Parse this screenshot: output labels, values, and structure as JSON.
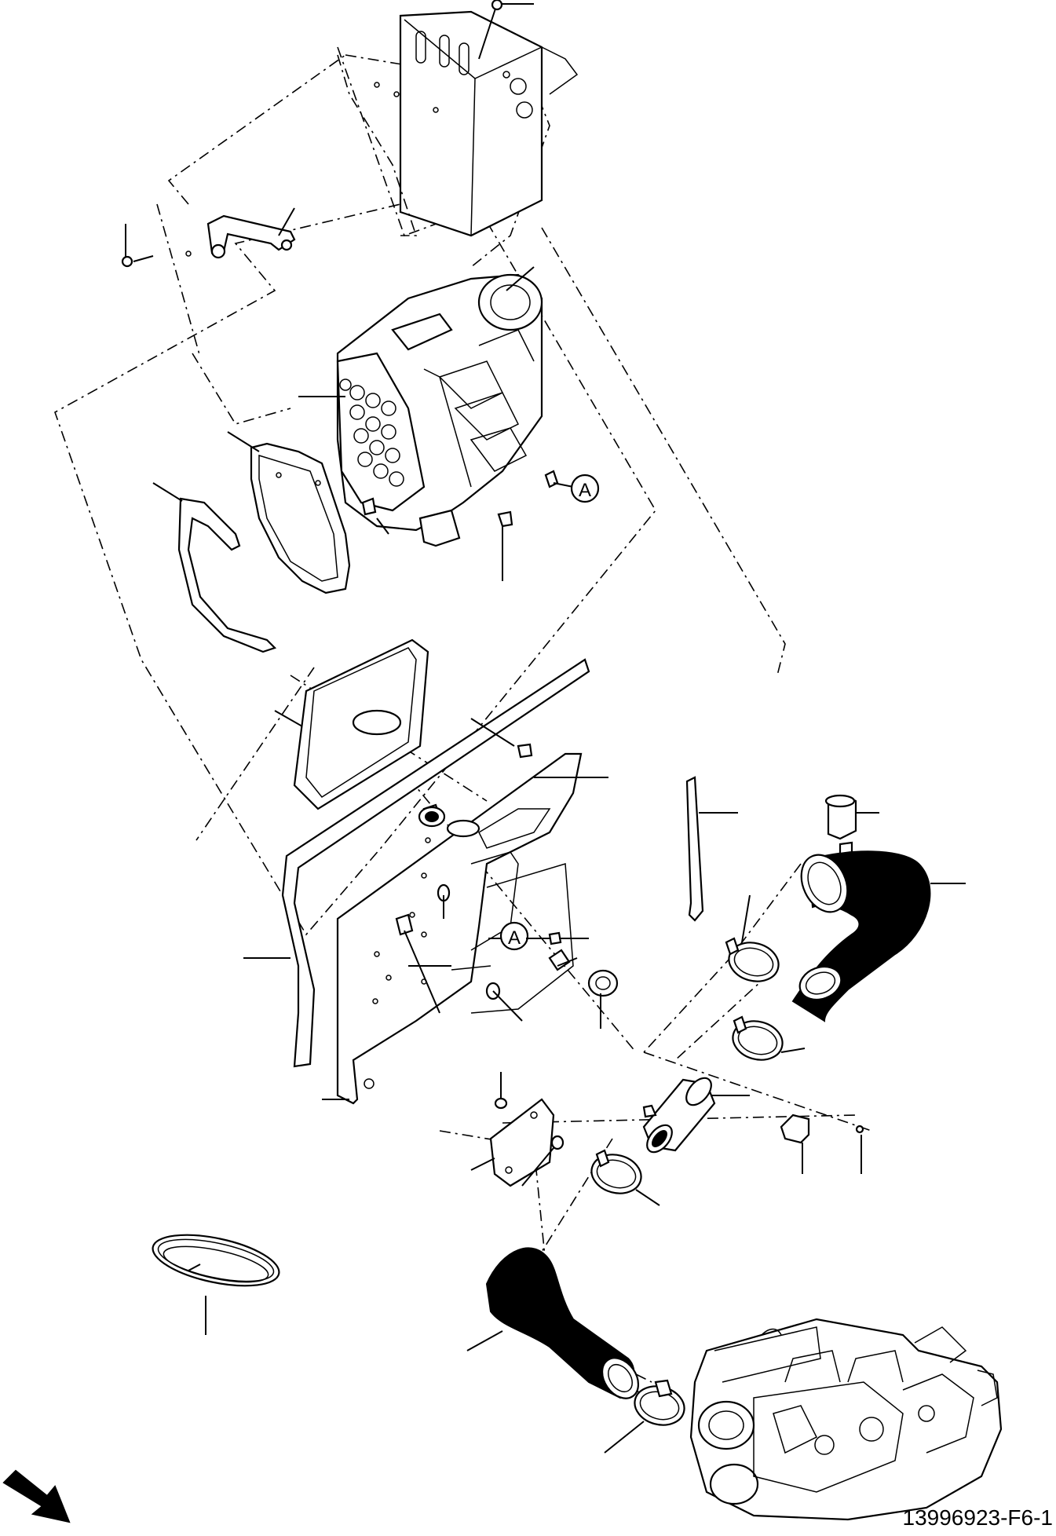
{
  "drawing_number": "13996923-F6-1",
  "callout_labels": [
    "A",
    "A"
  ],
  "line_color": "#000000",
  "background_color": "#ffffff",
  "icons": [
    "direction-arrow-icon"
  ]
}
